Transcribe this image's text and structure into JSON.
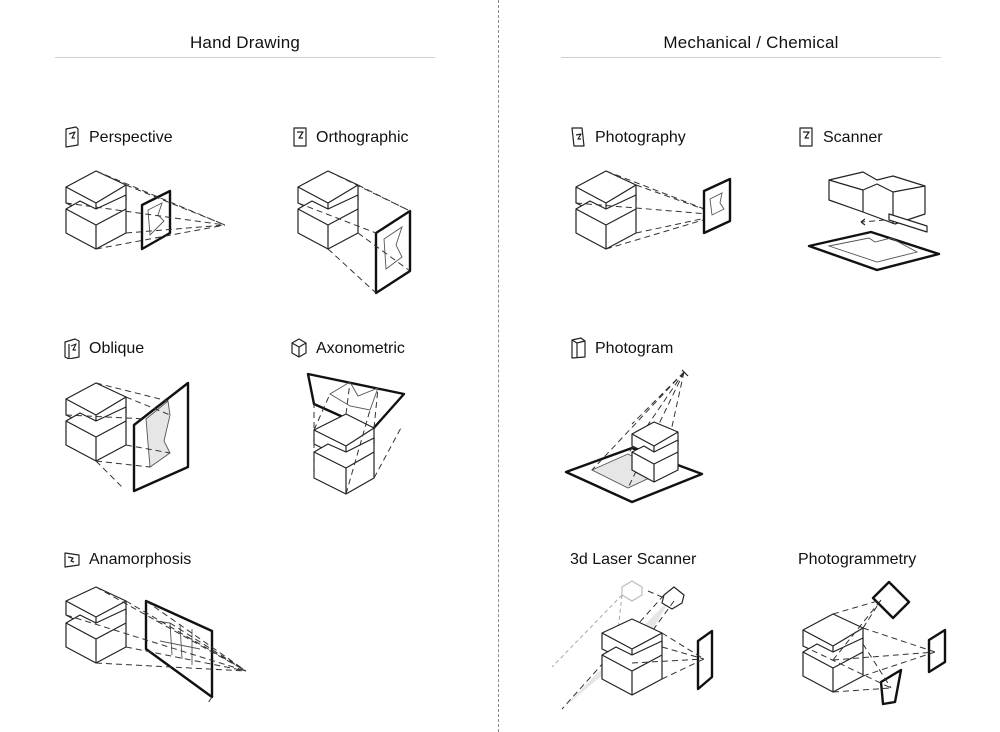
{
  "sections": {
    "left": {
      "title": "Hand Drawing"
    },
    "right": {
      "title": "Mechanical / Chemical"
    }
  },
  "methods": {
    "perspective": {
      "label": "Perspective",
      "icon": "perspective-icon"
    },
    "orthographic": {
      "label": "Orthographic",
      "icon": "orthographic-icon"
    },
    "oblique": {
      "label": "Oblique",
      "icon": "oblique-icon"
    },
    "axonometric": {
      "label": "Axonometric",
      "icon": "axonometric-icon"
    },
    "anamorphosis": {
      "label": "Anamorphosis",
      "icon": "anamorphosis-icon"
    },
    "photography": {
      "label": "Photography",
      "icon": "photography-icon"
    },
    "scanner": {
      "label": "Scanner",
      "icon": "scanner-icon"
    },
    "photogram": {
      "label": "Photogram",
      "icon": "photogram-icon"
    },
    "laser_scanner": {
      "label": "3d Laser Scanner"
    },
    "photogrammetry": {
      "label": "Photogrammetry"
    }
  },
  "colors": {
    "line": "#222222",
    "divider": "#8a8a8a",
    "rule": "#cfcfcf",
    "shadow": "#e6e6e6"
  }
}
